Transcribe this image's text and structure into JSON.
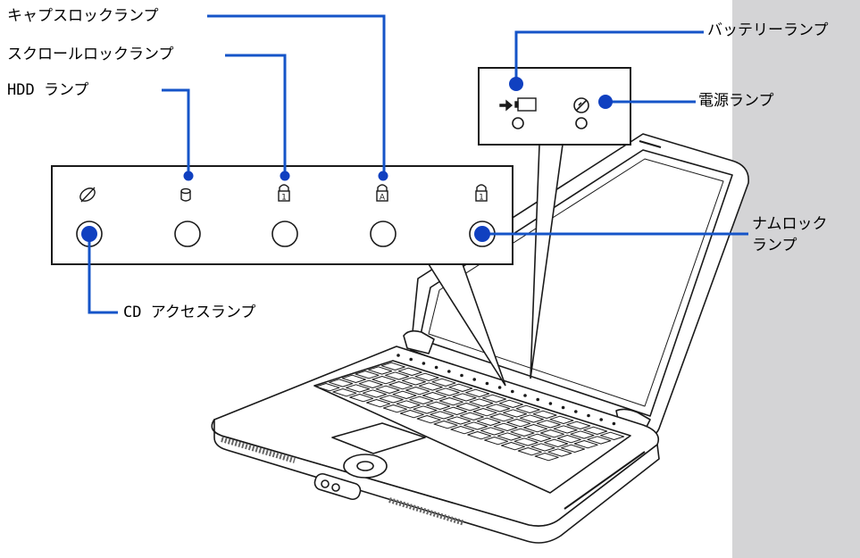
{
  "colors": {
    "callout": "#1554c8",
    "dot": "#1040c0",
    "sidebar": "#d4d4d6",
    "outline": "#1a1a1a"
  },
  "labels": {
    "caps_lock": "キャプスロックランプ",
    "scroll_lock": "スクロールロックランプ",
    "hdd": "HDD ランプ",
    "cd_access": "CD アクセスランプ",
    "battery": "バッテリーランプ",
    "power": "電源ランプ",
    "num_lock_line1": "ナムロック",
    "num_lock_line2": "ランプ"
  },
  "icons": {
    "cd": "cd-disc-icon",
    "hdd": "hdd-cylinder-icon",
    "scroll_lock": "lock-1-icon",
    "caps_lock": "lock-a-icon",
    "num_lock": "lock-num-icon",
    "battery": "battery-arrow-icon",
    "power": "power-plug-icon"
  },
  "icon_glyphs": {
    "scroll_lock": "1",
    "caps_lock": "A",
    "num_lock": "1"
  }
}
